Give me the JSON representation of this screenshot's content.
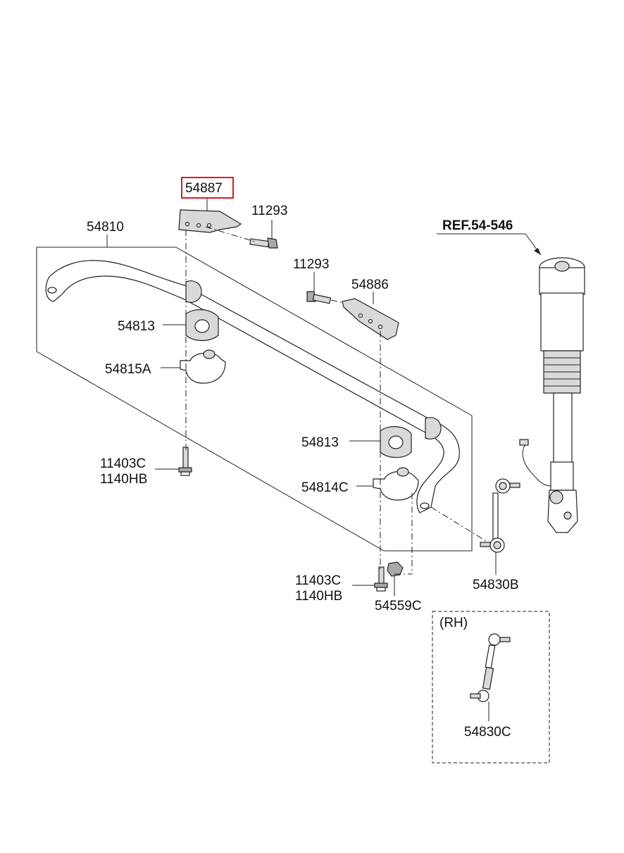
{
  "accent_color": "#e0191f",
  "labels": {
    "p54887": "54887",
    "p11293_top": "11293",
    "p54810": "54810",
    "ref": "REF.54-546",
    "p11293_mid": "11293",
    "p54886": "54886",
    "p54813_left": "54813",
    "p54815a": "54815A",
    "p54813_right": "54813",
    "p11403c_left": "11403C",
    "p1140hb_left": "1140HB",
    "p54814c": "54814C",
    "p54830b": "54830B",
    "p11403c_bottom": "11403C",
    "p1140hb_bottom": "1140HB",
    "p54559c": "54559C",
    "rh": "(RH)",
    "p54830c": "54830C"
  }
}
